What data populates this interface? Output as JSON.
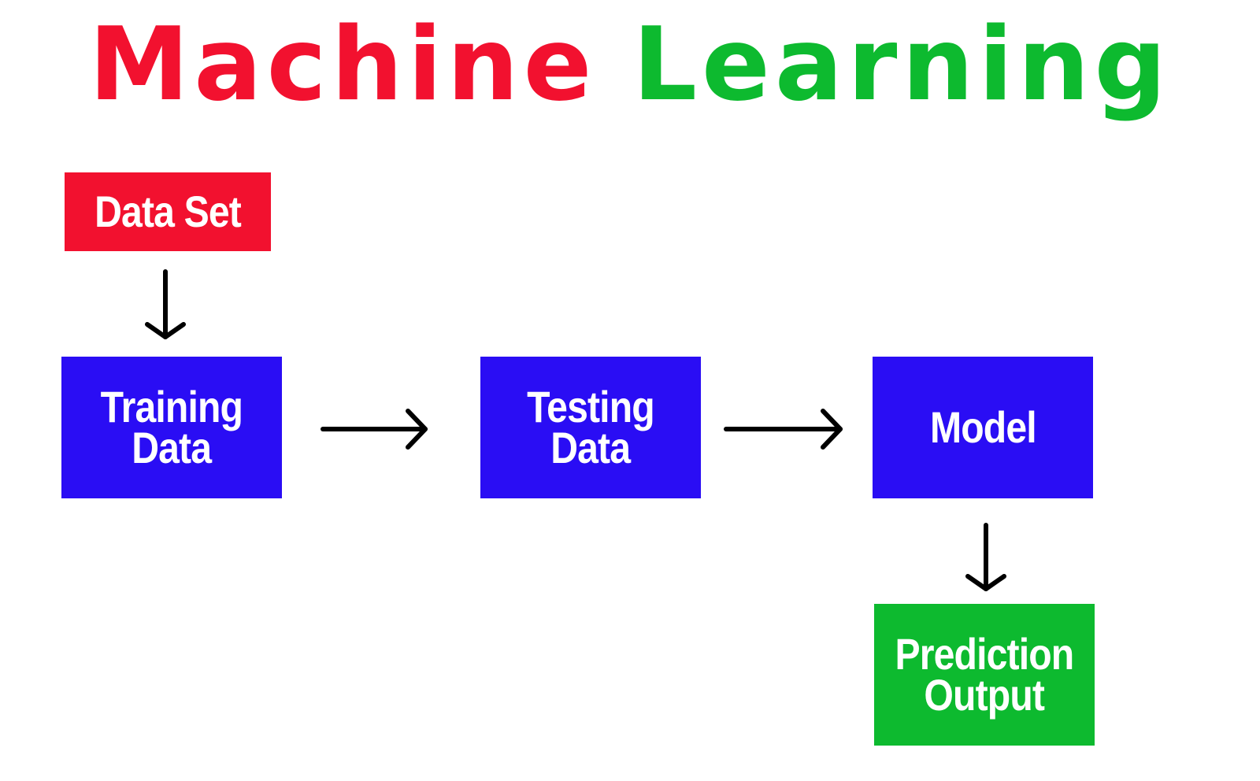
{
  "title": {
    "word1": "Machine",
    "word2": "Learning",
    "color1": "#f2112f",
    "color2": "#0dba2f"
  },
  "nodes": {
    "data_set": {
      "lines": [
        "Data Set"
      ],
      "color": "#f2112f"
    },
    "training_data": {
      "lines": [
        "Training",
        "Data"
      ],
      "color": "#2a0df4"
    },
    "testing_data": {
      "lines": [
        "Testing",
        "Data"
      ],
      "color": "#2a0df4"
    },
    "model": {
      "lines": [
        "Model"
      ],
      "color": "#2a0df4"
    },
    "prediction_output": {
      "lines": [
        "Prediction",
        "Output"
      ],
      "color": "#0dba2f"
    }
  },
  "edges": [
    {
      "from": "data_set",
      "to": "training_data"
    },
    {
      "from": "training_data",
      "to": "testing_data"
    },
    {
      "from": "testing_data",
      "to": "model"
    },
    {
      "from": "model",
      "to": "prediction_output"
    }
  ],
  "arrow_color": "#000000"
}
